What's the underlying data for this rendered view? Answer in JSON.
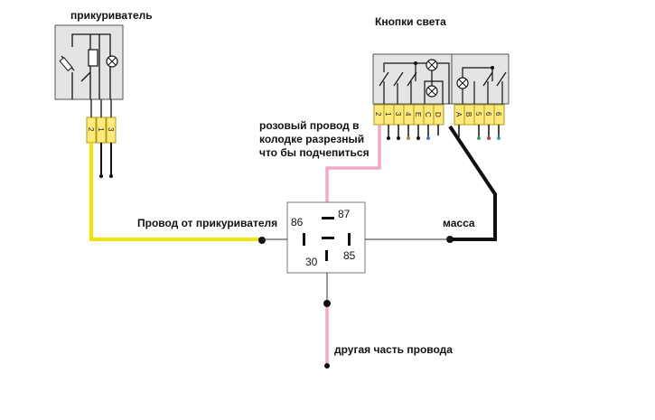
{
  "labels": {
    "lighter_title": "прикуриватель",
    "buttons_title": "Кнопки света",
    "pink_note_line1": "розовый провод в",
    "pink_note_line2": "колодке разрезный",
    "pink_note_line3": "что бы подчепиться",
    "lighter_wire": "Провод от прикуривателя",
    "ground": "масса",
    "other_part": "другая часть провода"
  },
  "relay": {
    "pin86": "86",
    "pin87": "87",
    "pin30": "30",
    "pin85": "85"
  },
  "lighter_connector": {
    "pins": [
      "2",
      "1",
      "3"
    ]
  },
  "buttons_connector": {
    "pins": [
      "2",
      "1",
      "3",
      "4",
      "E",
      "C",
      "D",
      "A",
      "B",
      "5",
      "6",
      "6"
    ]
  },
  "colors": {
    "yellow_wire": "#f2e600",
    "pink_wire": "#f0a8c8",
    "ground_wire": "#111111",
    "connector_fill": "#ffe97a",
    "switch_fill": "#e4e4e4"
  }
}
